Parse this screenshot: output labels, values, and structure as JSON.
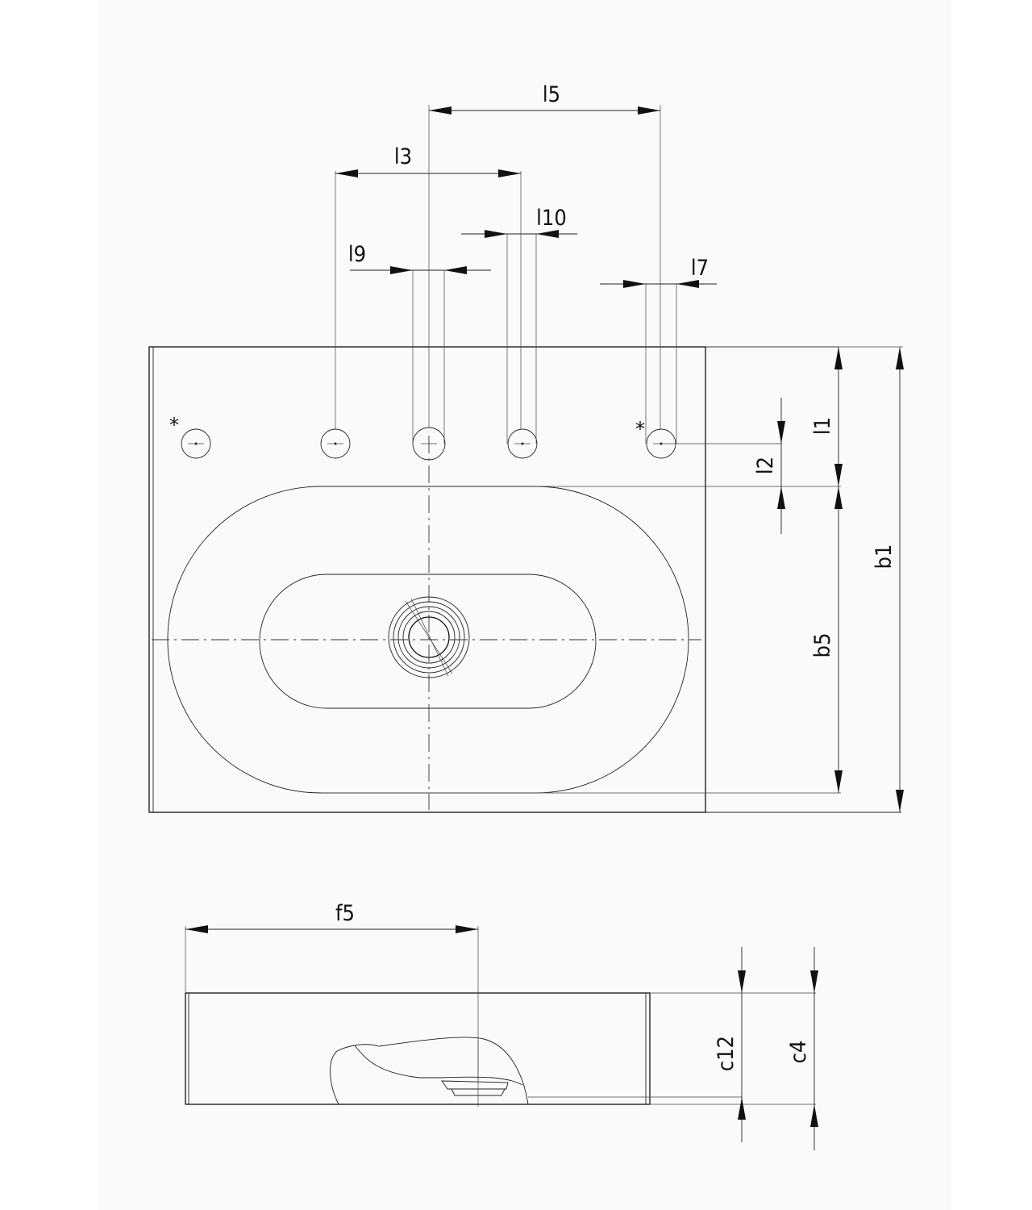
{
  "top_view": {
    "dimensions": {
      "l5": "l5",
      "l3": "l3",
      "l10": "l10",
      "l9": "l9",
      "l7": "l7",
      "l1": "l1",
      "l2": "l2",
      "b1": "b1",
      "b5": "b5"
    },
    "markers": {
      "left": "*",
      "right": "*"
    }
  },
  "side_view": {
    "dimensions": {
      "f5": "f5",
      "c12": "c12",
      "c4": "c4"
    }
  }
}
